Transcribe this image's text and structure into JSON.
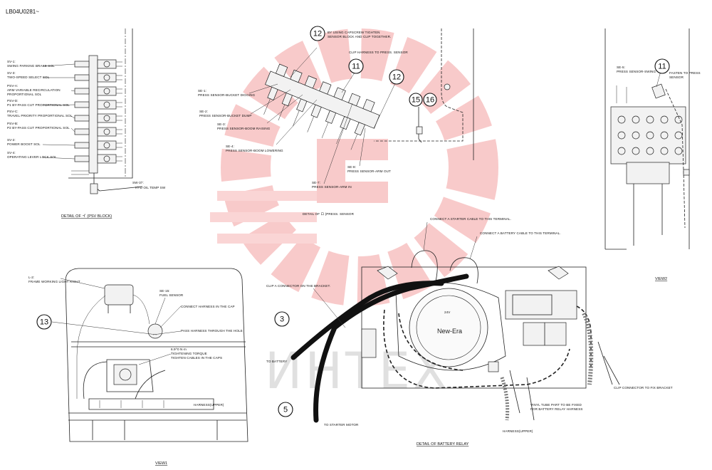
{
  "doc_code": "LB04U0281~",
  "psv": {
    "caption": "DETAIL OF イ (PSV BLOCK)",
    "items": [
      {
        "code": "SV-1:",
        "desc": "SWING PARKING BRAKE SOL"
      },
      {
        "code": "SV-3:",
        "desc": "TWO-SPEED SELECT SOL"
      },
      {
        "code": "PSV-A:",
        "desc": "ARM VARIABLE RECIRCULATION",
        "desc2": "PROPORTIONAL SOL"
      },
      {
        "code": "PSV-D:",
        "desc": "P1 BY-PASS CUT PROPORTIONAL SOL"
      },
      {
        "code": "PSV-C:",
        "desc": "TRAVEL PRIORITY PROPORTIONAL SOL"
      },
      {
        "code": "PSV-B:",
        "desc": "P2 BY-PASS CUT PROPORTIONAL SOL"
      },
      {
        "code": "SV-2:",
        "desc": "POWER BOOST SOL"
      },
      {
        "code": "SV-4:",
        "desc": "OPERATING LEVER LOCK SOL"
      }
    ],
    "sw": {
      "code": "SW-37:",
      "desc": "HYD OIL TEMP SW"
    }
  },
  "press": {
    "caption": "DETAIL OF ロ (PRESS. SENSOR",
    "note12": [
      "BY USING CAPSCREW TIGHTEN",
      "SENSOR BLOCK AND CLIP TOGETHER."
    ],
    "clip_note": "CLIP HARNESS TO PRESS. SENSOR",
    "items": [
      {
        "code": "SE-1:",
        "desc": "PRESS SENSOR-BUCKET DIGGING"
      },
      {
        "code": "SE-2:",
        "desc": "PRESS SENSOR-BUCKET DUMP"
      },
      {
        "code": "SE-3:",
        "desc": "PRESS SENSOR-BOOM RAISING"
      },
      {
        "code": "SE-4:",
        "desc": "PRESS SENSOR-BOOM LOWERING"
      },
      {
        "code": "SE-8:",
        "desc": "PRESS SENSOR-ARM OUT"
      },
      {
        "code": "SE-7:",
        "desc": "PRESS SENSOR-ARM IN"
      }
    ]
  },
  "view2": {
    "caption": "VIEW2",
    "se5_code": "SE-5:",
    "se5_desc": "PRESS SENSOR-SWING",
    "fasten": [
      "FASTEN TO PRESS",
      "SENSOR"
    ]
  },
  "view1": {
    "caption": "VIEW1",
    "l2_code": "L-2:",
    "l2_desc": "FRAME WORKING LIGHT RIGHT",
    "se15_code": "SE-15:",
    "se15_desc": "FUEL SENSOR",
    "connect_note": "CONNECT HARNESS IN THE CAP",
    "pass_note": "PASS HARNESS THROUGH THE HOLE",
    "torque": [
      "6.9^0 N·m",
      "TIGHTENING TORQUE",
      "TIGHTEN CABLES IN THE CAPS"
    ],
    "harness_upper": "HARNESS(UPPER)"
  },
  "relay": {
    "caption": "DETAIL OF BATTERY RELAY",
    "starter_terminal": "CONNECT A STARTER CABLE TO THIS TERMINAL.",
    "battery_terminal": "CONNECT A BATTERY CABLE TO THIS TERMINAL.",
    "clip_bracket": "CLIP A CONNECTOR ON THE BRACKET.",
    "to_battery": "TO BATTERY",
    "to_starter": "TO STARTER MOTOR",
    "voltage": "24V",
    "brand": "New-Era",
    "vinyl": [
      "VINYL TUBE PART TO BE FIXED",
      "FOR BATTERY RELAY HARNESS"
    ],
    "harness_upper": "HARNESS(UPPER)",
    "clip_fix": "CLIP CONNECTOR TO FIX BRACKET"
  },
  "callouts": [
    "12",
    "11",
    "12",
    "15",
    "16",
    "11",
    "13",
    "3",
    "5"
  ],
  "watermark": "ИНТЕХ"
}
